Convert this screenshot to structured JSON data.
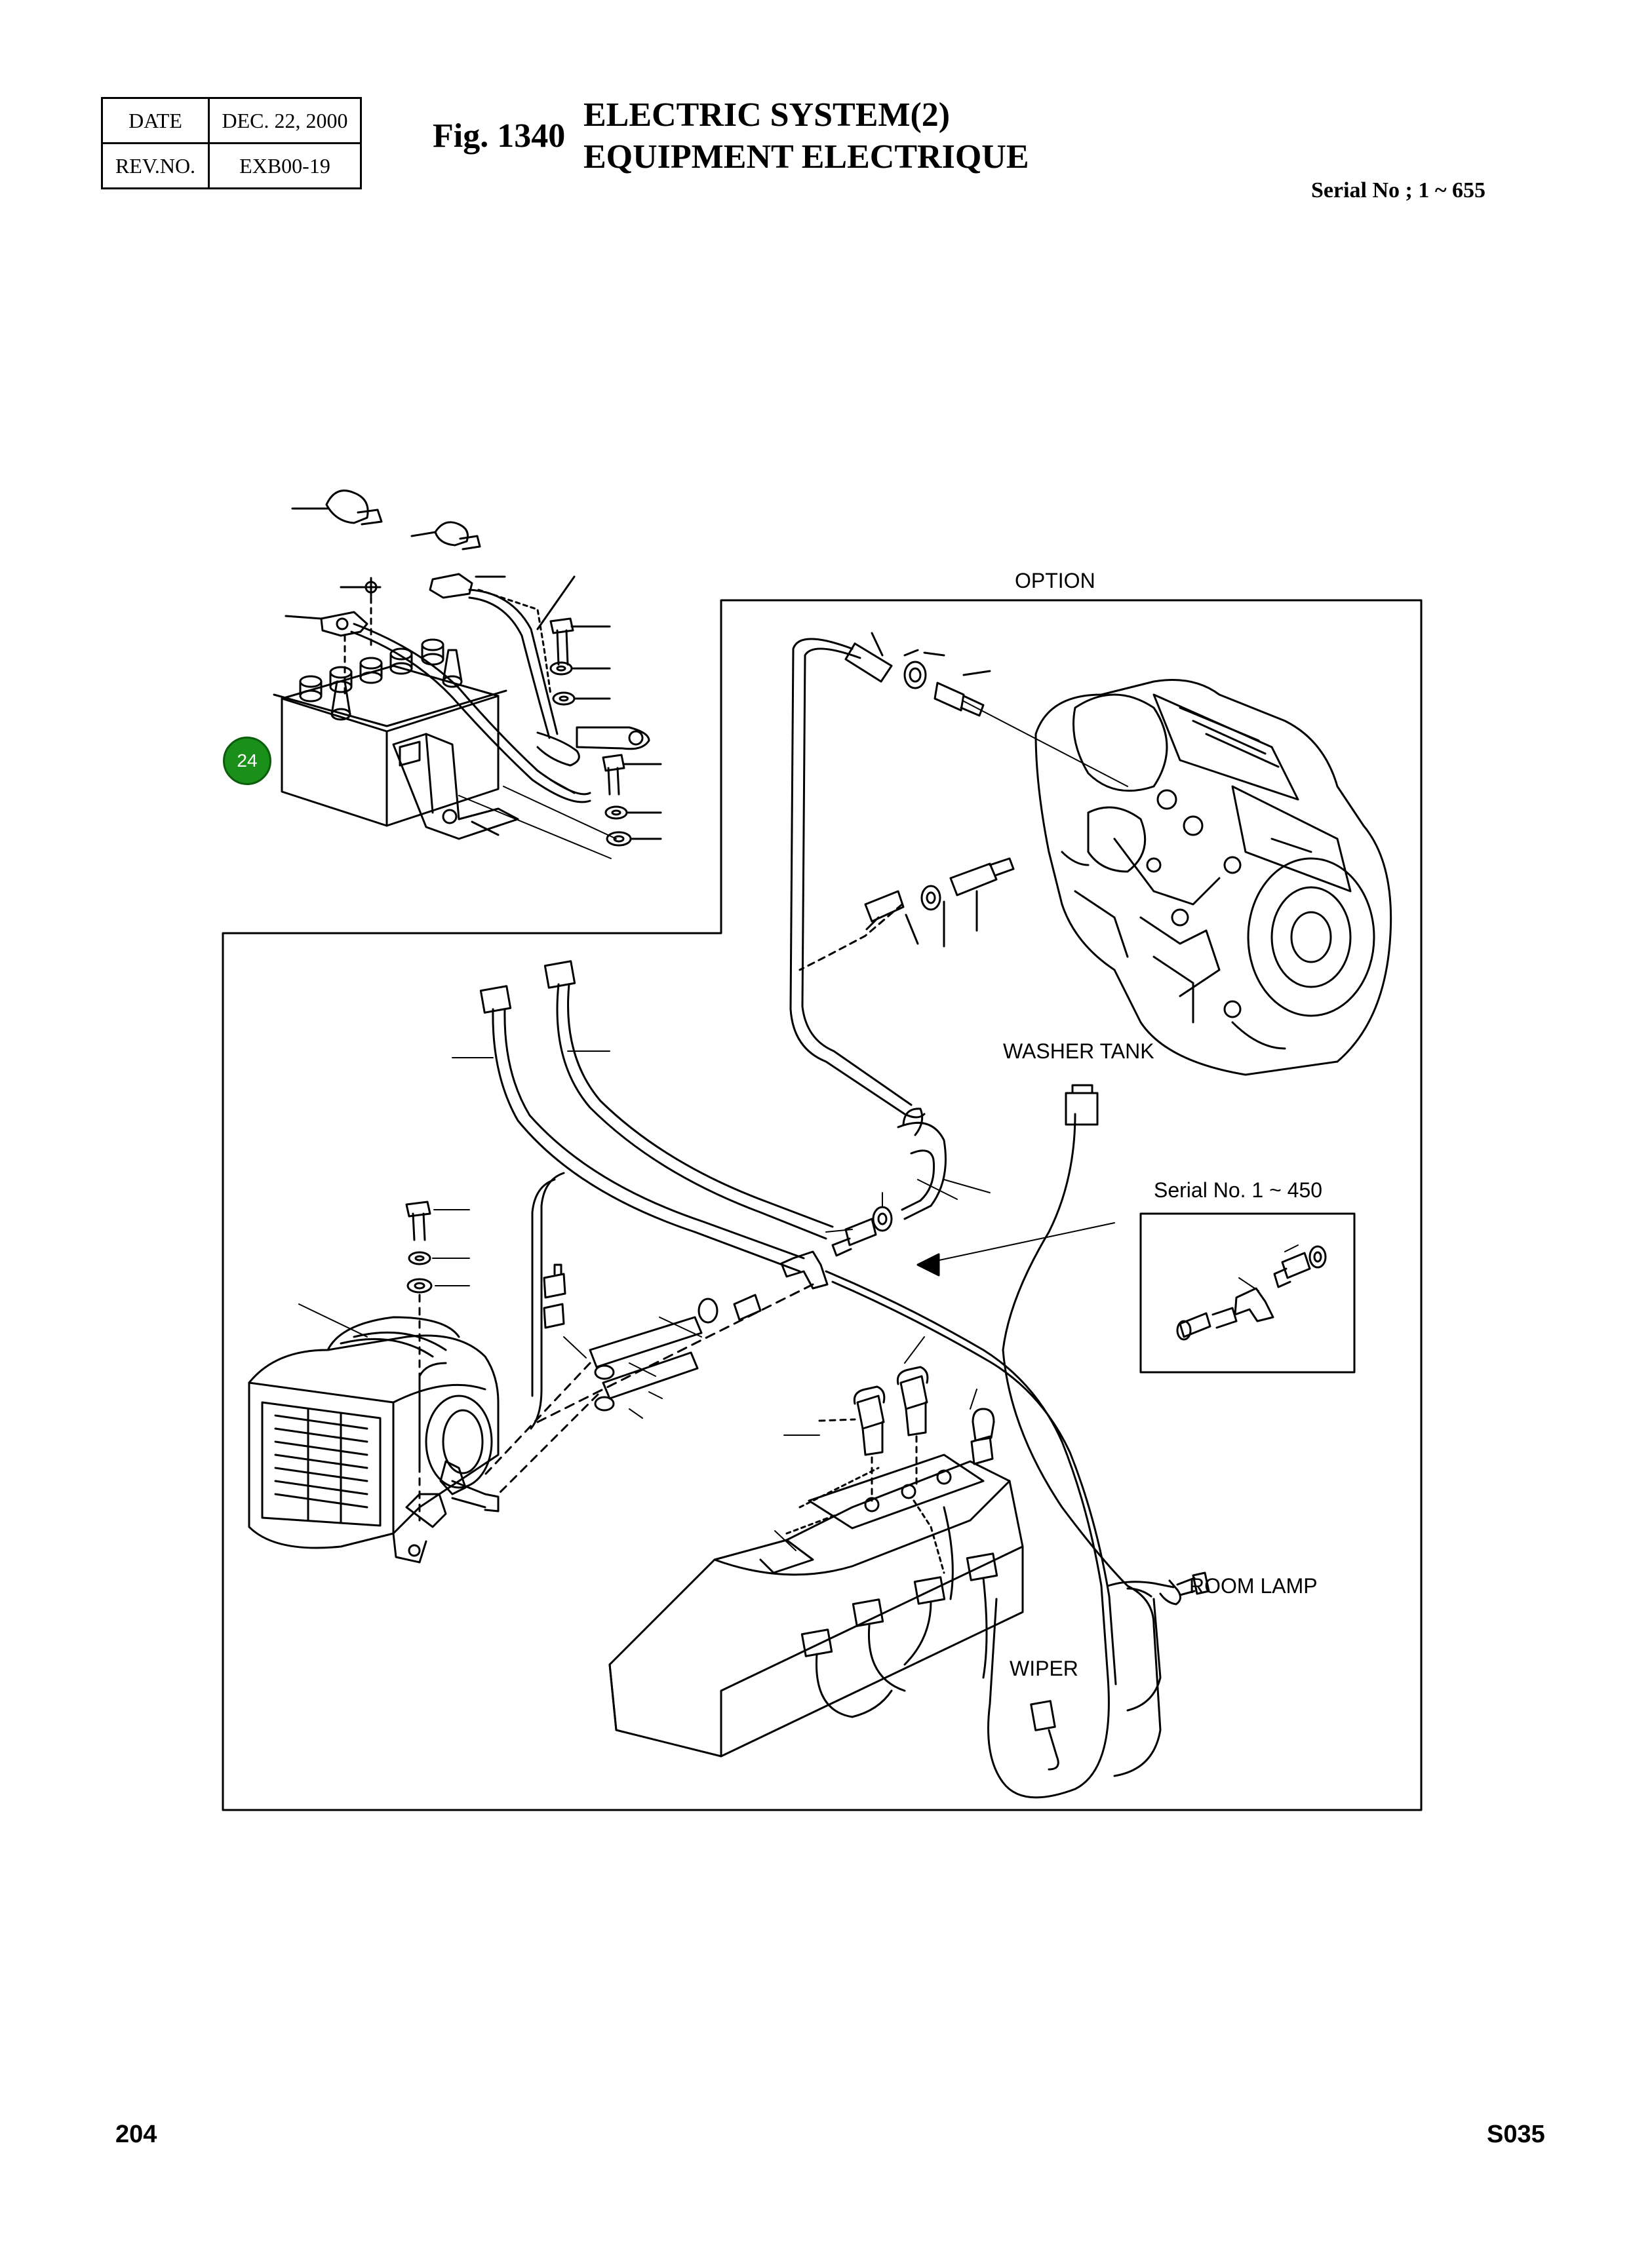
{
  "header": {
    "date_label": "DATE",
    "date_value": "DEC. 22, 2000",
    "rev_label": "REV.NO.",
    "rev_value": "EXB00-19",
    "fig_label": "Fig. 1340",
    "title_line1": "ELECTRIC SYSTEM(2)",
    "title_line2": "EQUIPMENT ELECTRIQUE",
    "serial_range": "Serial No ; 1 ~ 655"
  },
  "diagram": {
    "labels": {
      "option": "OPTION",
      "washer_tank": "WASHER TANK",
      "serial_inset": "Serial No. 1 ~ 450",
      "room_lamp": "ROOM LAMP",
      "wiper": "WIPER"
    },
    "badge": "24",
    "badge_color": "#1a8f1a"
  },
  "footer": {
    "page_number": "204",
    "doc_code": "S035"
  }
}
